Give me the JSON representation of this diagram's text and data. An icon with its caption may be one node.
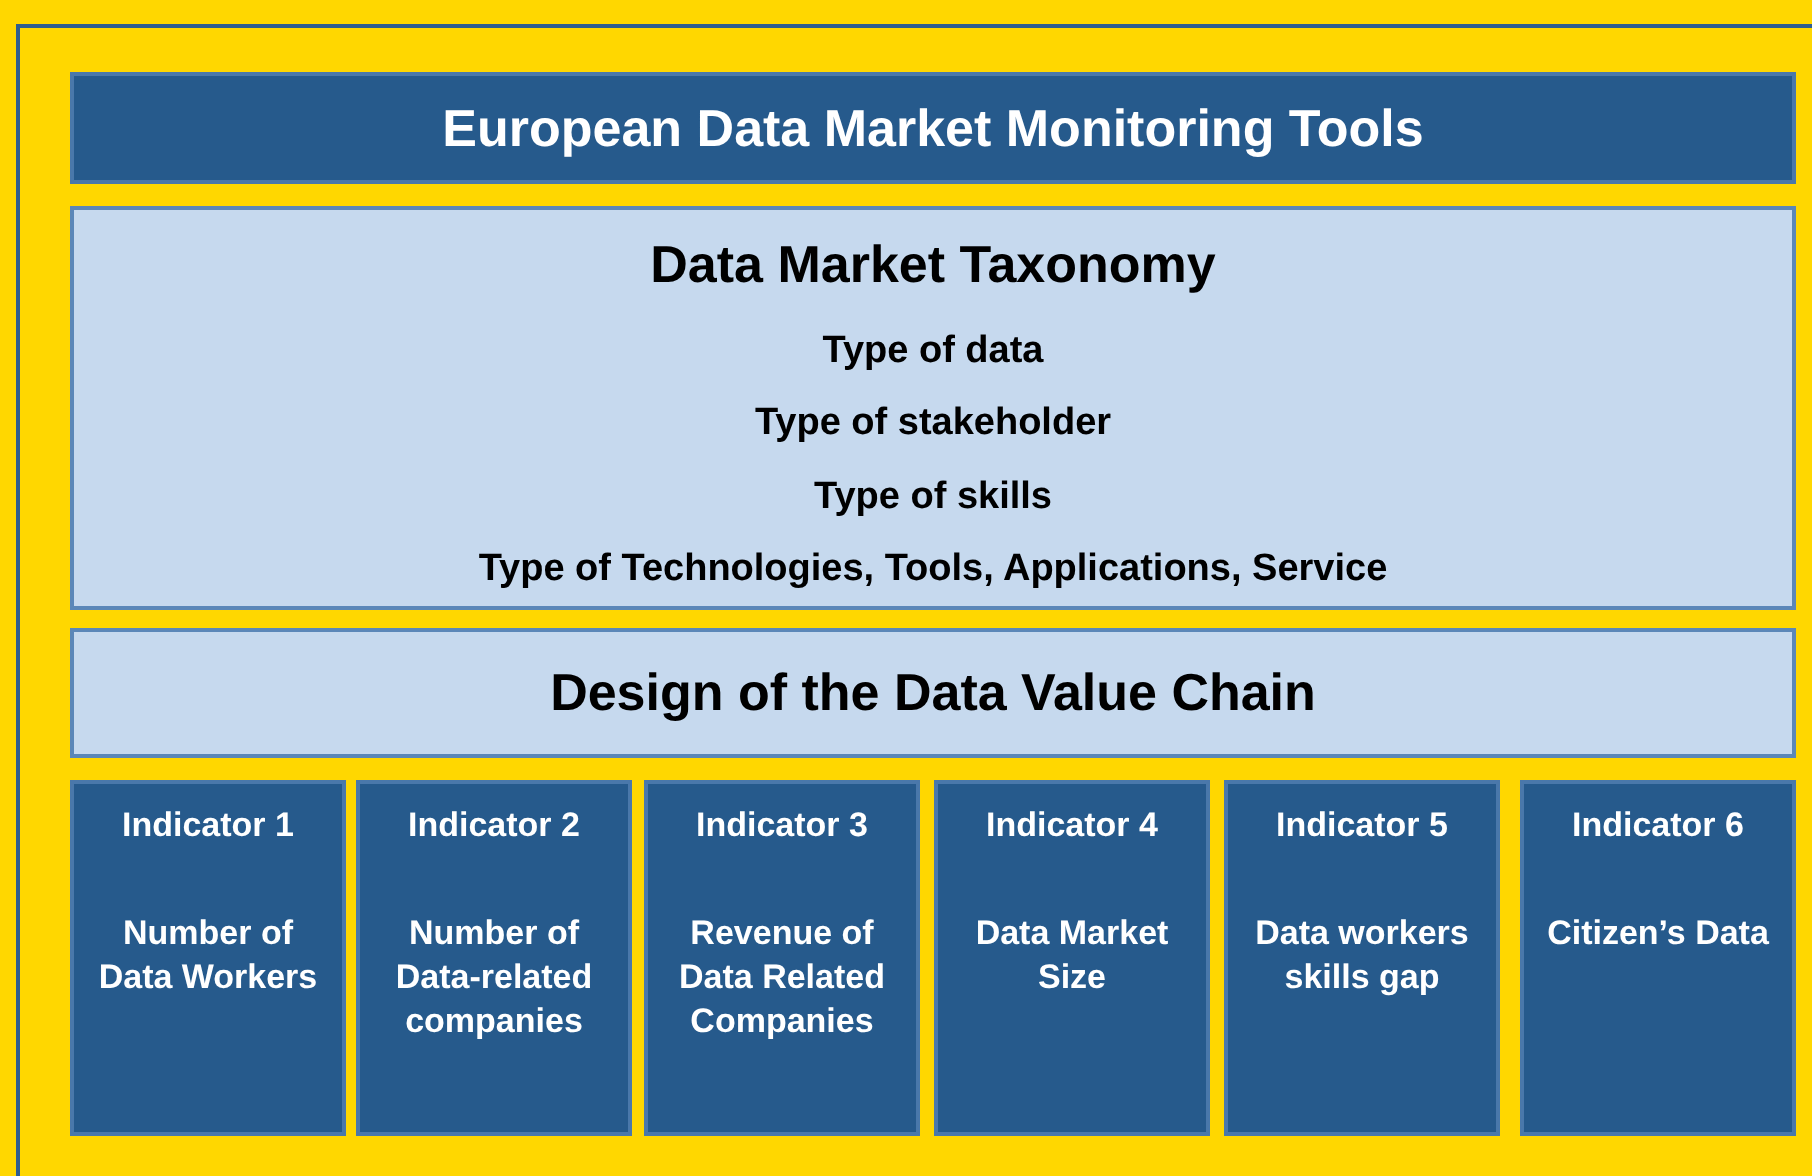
{
  "diagram": {
    "nodes": [
      {
        "text": [
          "European Data Market Monitoring Tools"
        ]
      },
      {
        "text": [
          "Data Market Taxonomy",
          "Type of data",
          "Type of stakeholder",
          "Type of skills",
          "Type of Technologies, Tools, Applications, Service"
        ]
      },
      {
        "text": [
          "Design of the Data Value Chain"
        ]
      },
      {
        "text": [
          "Indicator 1",
          "Number of Data Workers"
        ]
      },
      {
        "text": [
          "Indicator 2",
          "Number of Data-related companies"
        ]
      },
      {
        "text": [
          "Indicator 3",
          "Revenue of Data Related Companies"
        ]
      },
      {
        "text": [
          "Indicator 4",
          "Data Market Size"
        ]
      },
      {
        "text": [
          "Indicator 5",
          "Data workers skills gap"
        ]
      },
      {
        "text": [
          "Indicator 6",
          "Citizen’s Data"
        ]
      }
    ]
  }
}
